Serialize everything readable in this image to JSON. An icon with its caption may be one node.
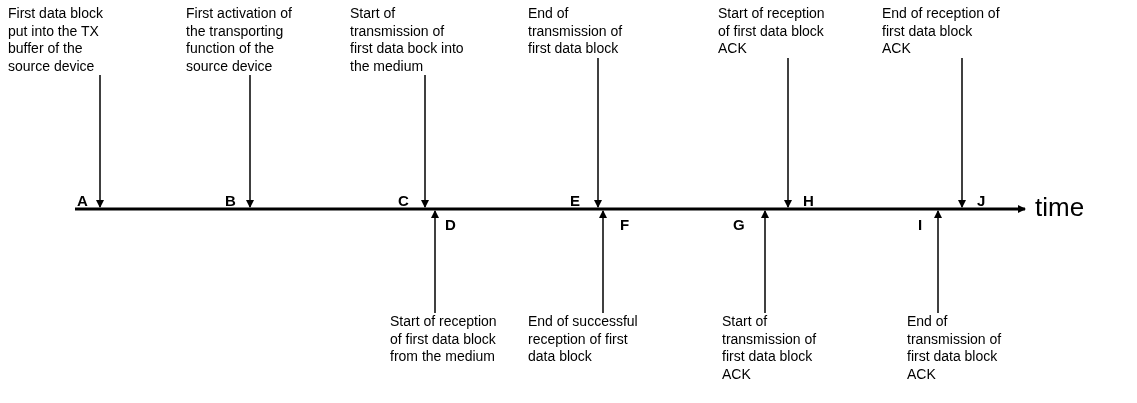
{
  "diagram": {
    "nodes": [
      {
        "text": [
          "First data block put into the TX buffer of the source device"
        ]
      },
      {
        "text": [
          "First activation of the transporting function of the source device"
        ]
      },
      {
        "text": [
          "Start of transmission of first data bock into the medium"
        ]
      },
      {
        "text": [
          "End of transmission of first data block"
        ]
      },
      {
        "text": [
          "Start of reception of first data block ACK"
        ]
      },
      {
        "text": [
          "End of reception of first data block ACK"
        ]
      },
      {
        "text": [
          "Start of reception of first data block from the medium"
        ]
      },
      {
        "text": [
          "End of successful reception of first data block"
        ]
      },
      {
        "text": [
          "Start of transmission of first data block ACK"
        ]
      },
      {
        "text": [
          "End of transmission of first data block ACK"
        ]
      },
      {
        "text": [
          "A"
        ]
      },
      {
        "text": [
          "B"
        ]
      },
      {
        "text": [
          "C"
        ]
      },
      {
        "text": [
          "D"
        ]
      },
      {
        "text": [
          "E"
        ]
      },
      {
        "text": [
          "F"
        ]
      },
      {
        "text": [
          "G"
        ]
      },
      {
        "text": [
          "H"
        ]
      },
      {
        "text": [
          "I"
        ]
      },
      {
        "text": [
          "J"
        ]
      }
    ],
    "edges": [
      {
        "from": 0,
        "to": 10,
        "arrow": "to"
      },
      {
        "from": 1,
        "to": 11,
        "arrow": "to"
      },
      {
        "from": 2,
        "to": 12,
        "arrow": "to"
      },
      {
        "from": 3,
        "to": 14,
        "arrow": "to"
      },
      {
        "from": 4,
        "to": 17,
        "arrow": "to"
      },
      {
        "from": 5,
        "to": 19,
        "arrow": "to"
      },
      {
        "from": 6,
        "to": 13,
        "arrow": "to"
      },
      {
        "from": 7,
        "to": 15,
        "arrow": "to"
      },
      {
        "from": 8,
        "to": 16,
        "arrow": "to"
      },
      {
        "from": 9,
        "to": 18,
        "arrow": "to"
      }
    ],
    "labels": [
      "time"
    ]
  }
}
